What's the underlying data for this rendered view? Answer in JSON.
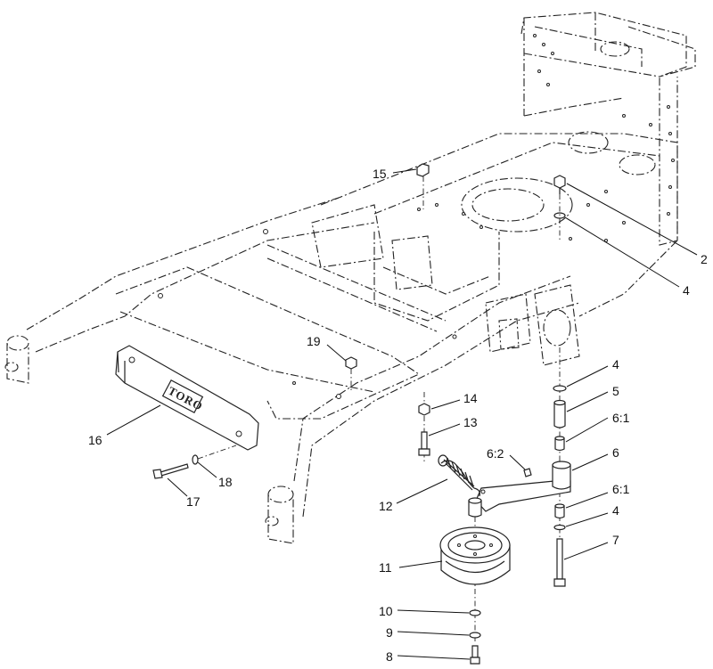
{
  "brand_plate": "TORO",
  "callouts": [
    "15",
    "2",
    "4",
    "19",
    "4",
    "5",
    "14",
    "13",
    "6:1",
    "6",
    "6:2",
    "16",
    "18",
    "17",
    "12",
    "6:1",
    "4",
    "7",
    "11",
    "10",
    "9",
    "8"
  ]
}
